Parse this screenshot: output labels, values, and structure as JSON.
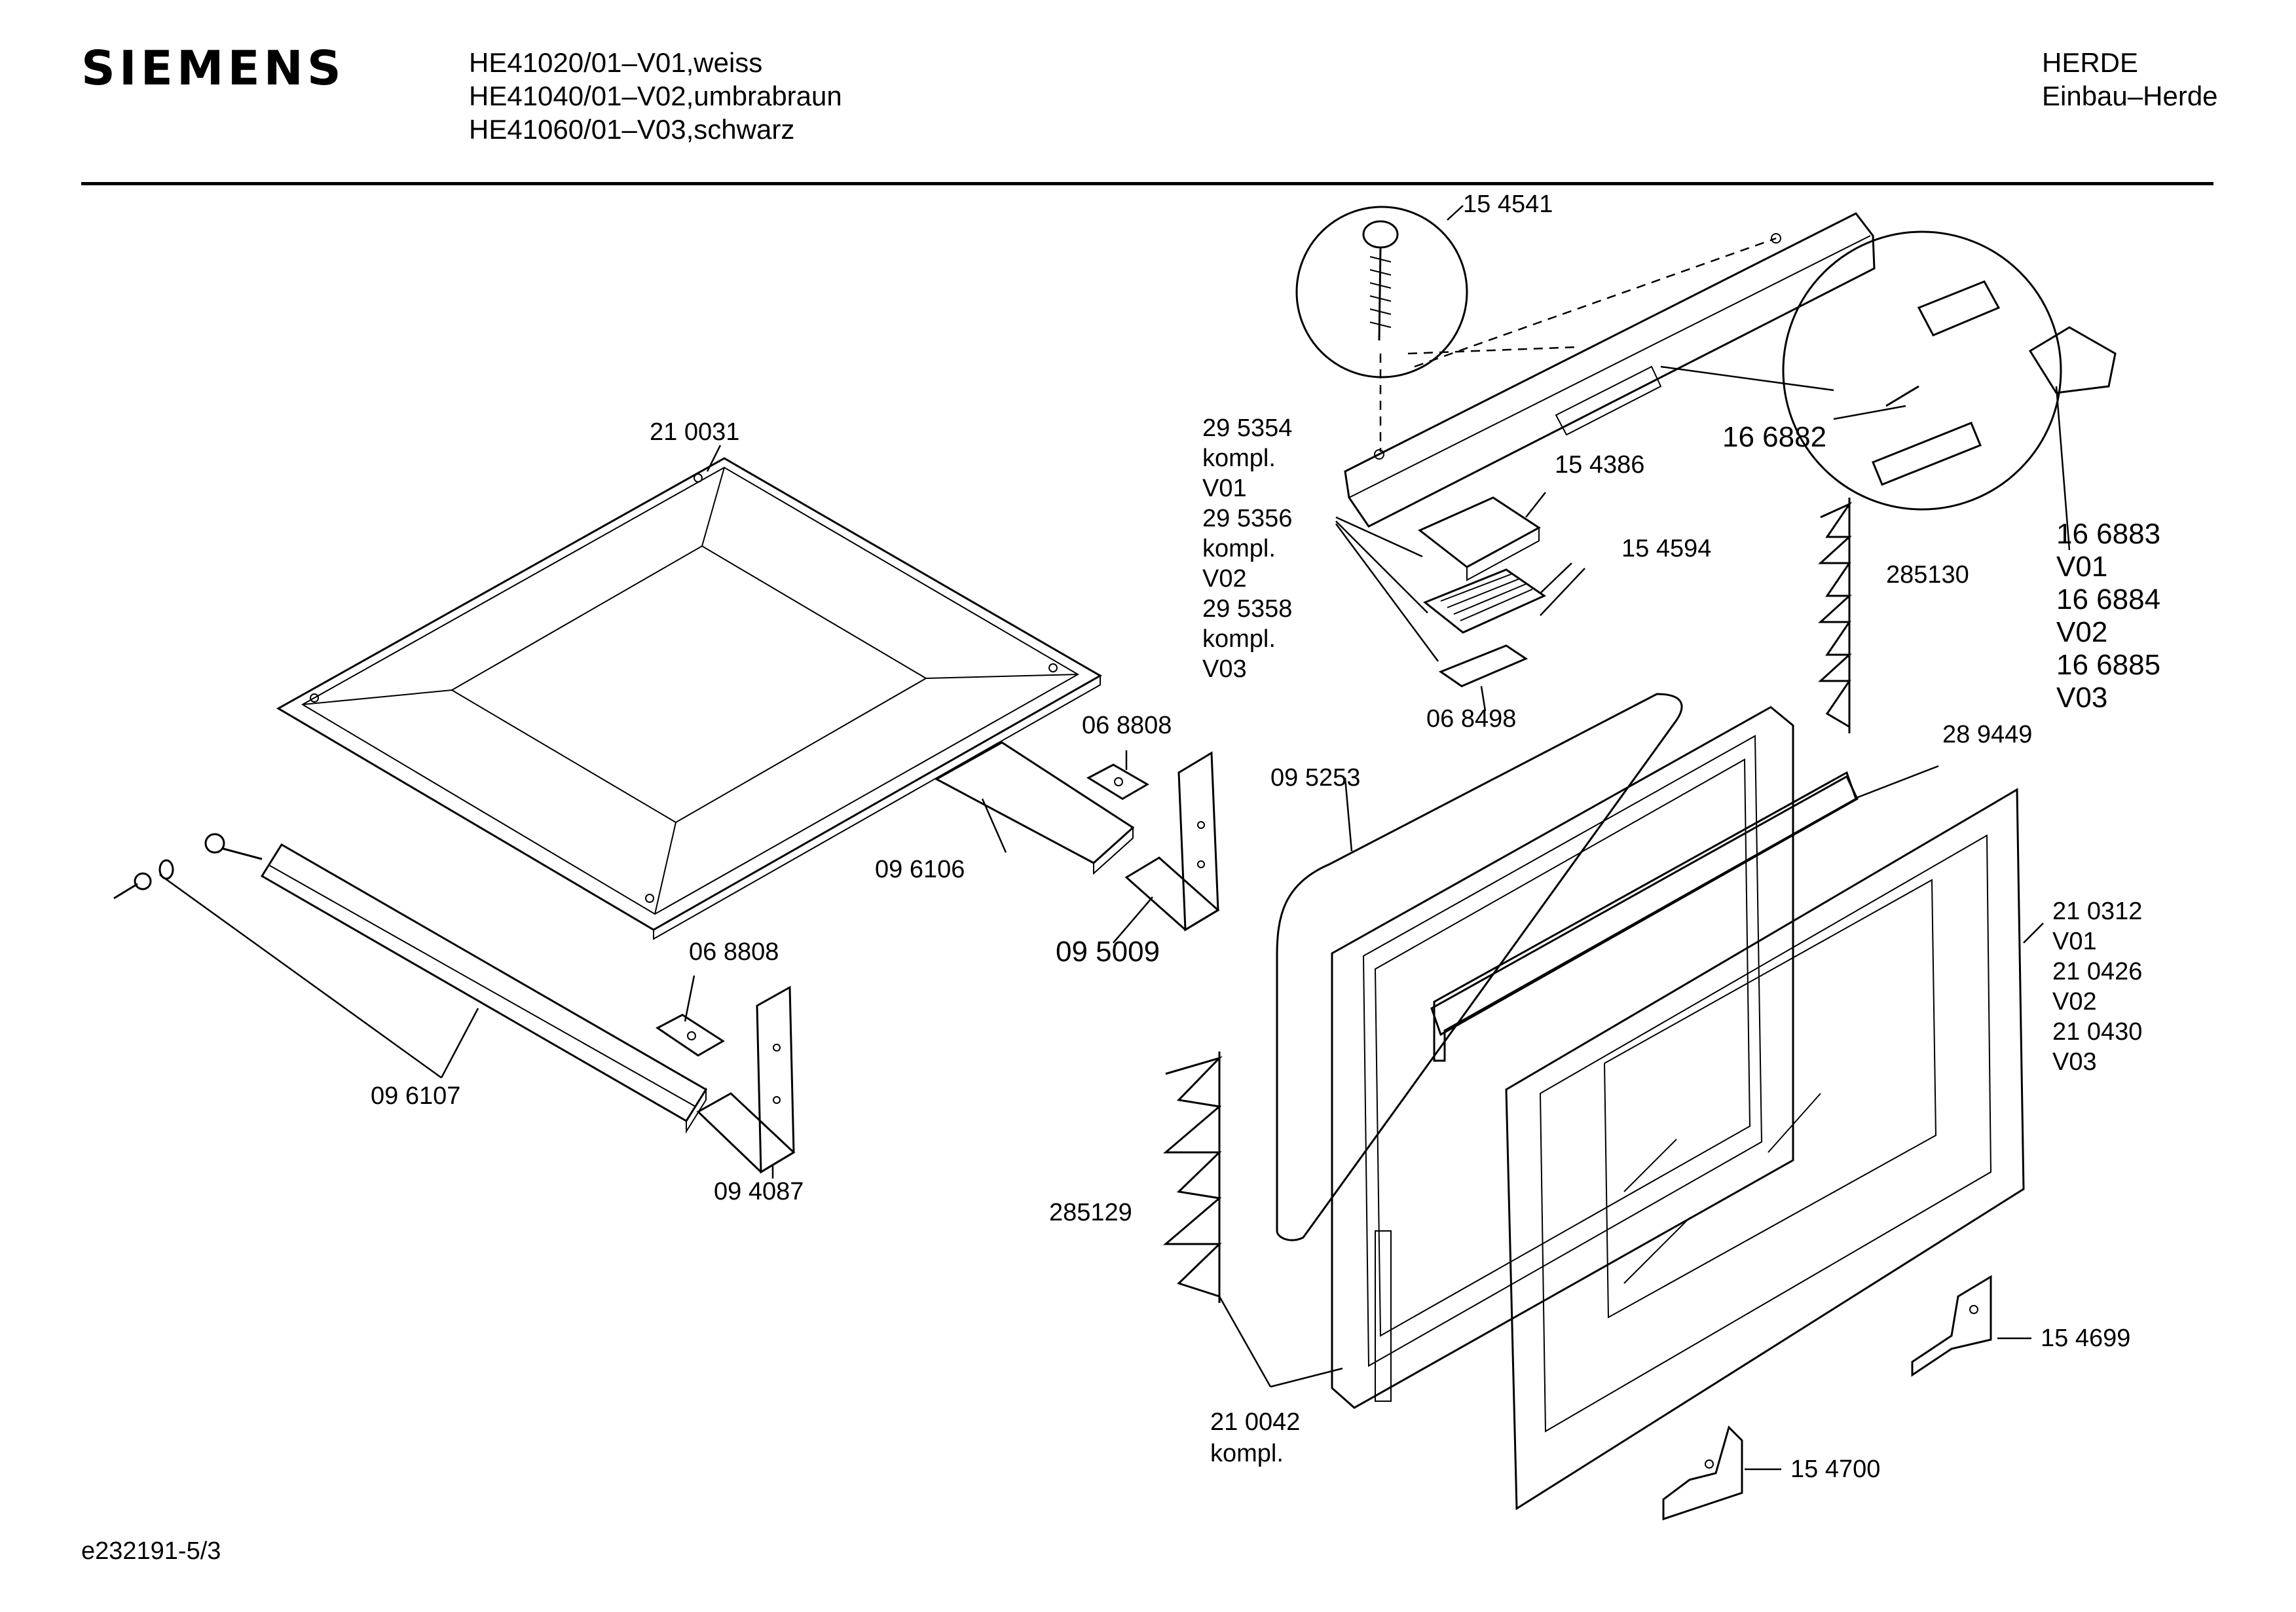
{
  "header": {
    "brand": "SIEMENS",
    "models": [
      "HE41020/01–V01,weiss",
      "HE41040/01–V02,umbrabraun",
      "HE41060/01–V03,schwarz"
    ],
    "category": [
      "HERDE",
      "Einbau–Herde"
    ]
  },
  "labels": {
    "p210031": "21 0031",
    "p154541": "15 4541",
    "p295354": [
      "29 5354",
      "kompl.",
      "V01",
      "29 5356",
      "kompl.",
      "V02",
      "29 5358",
      "kompl.",
      "V03"
    ],
    "p154386": "15 4386",
    "p154594": "15 4594",
    "p166882": "16 6882",
    "p166883": [
      "16 6883",
      "V01",
      "16 6884",
      "V02",
      "16 6885",
      "V03"
    ],
    "p285130": "285130",
    "p068498": "06 8498",
    "p068808a": "06 8808",
    "p096106": "09 6106",
    "p095253": "09 5253",
    "p289449": "28 9449",
    "p095009": "09 5009",
    "p068808b": "06 8808",
    "p210312": [
      "21 0312",
      "V01",
      "21 0426",
      "V02",
      "21 0430",
      "V03"
    ],
    "p096107": "09 6107",
    "p094087": "09 4087",
    "p285129": "285129",
    "p154699": "15 4699",
    "p210042": [
      "21 0042",
      "kompl."
    ],
    "p154700": "15 4700"
  },
  "footer": {
    "code": "e232191-5/3"
  }
}
